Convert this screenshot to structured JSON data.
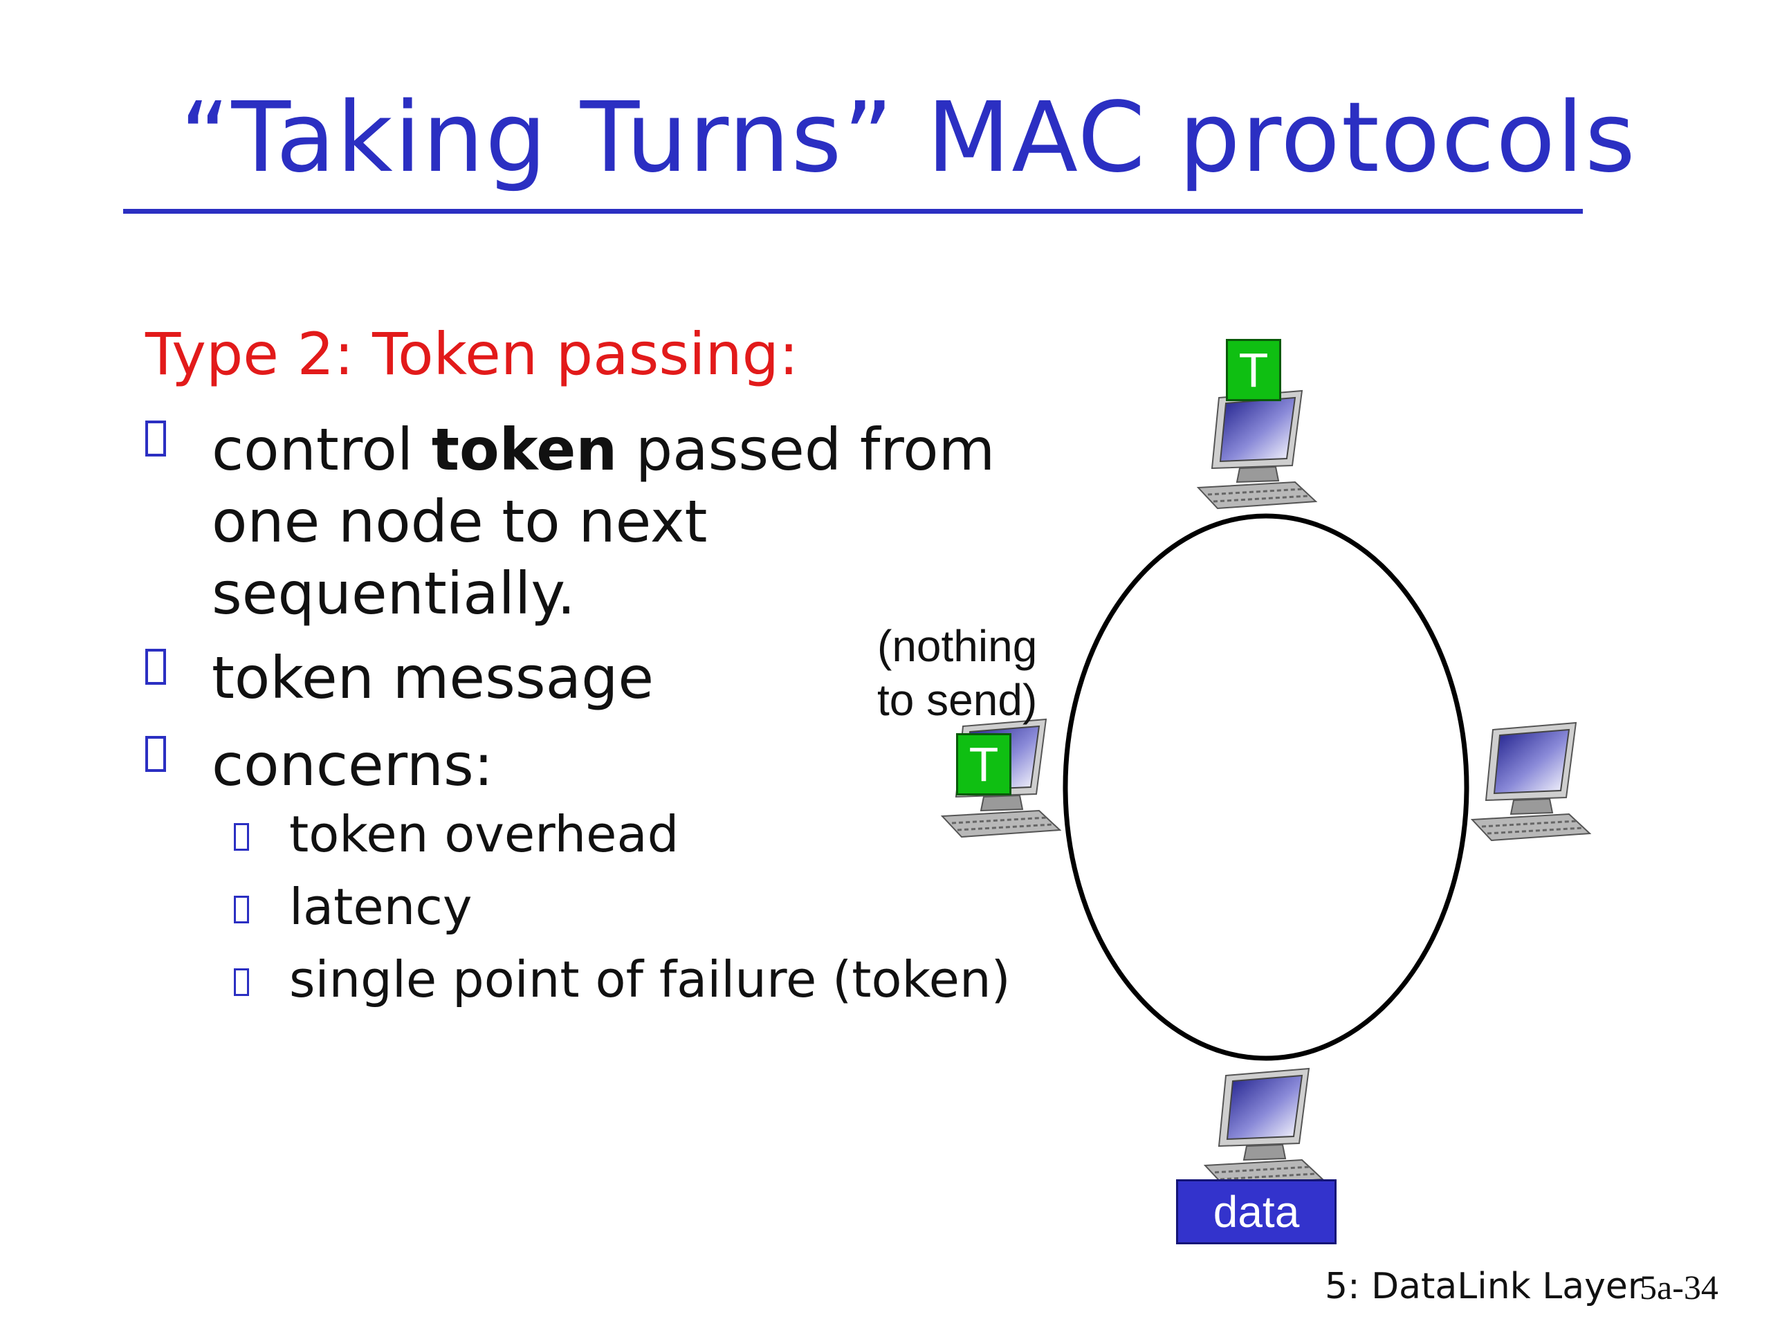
{
  "title": "“Taking Turns” MAC protocols",
  "heading": "Type 2: Token passing:",
  "bullets": [
    {
      "pre": "control ",
      "bold": "token",
      "post": " passed from"
    },
    {
      "line2": "one node to next",
      "line3": "sequentially."
    },
    {
      "text": "token message"
    },
    {
      "text": "concerns:"
    }
  ],
  "sub_bullets": [
    "token overhead",
    "latency",
    "single point of failure (token)"
  ],
  "diagram": {
    "annotation_line1": "(nothing",
    "annotation_line2": "to send)",
    "token_label": "T",
    "data_label": "data"
  },
  "footer": "5: DataLink Layer",
  "page_number": "5a-34",
  "colors": {
    "title": "#2b2fc2",
    "heading": "#e21a1a",
    "token": "#0fbf12",
    "data": "#3333cc"
  }
}
